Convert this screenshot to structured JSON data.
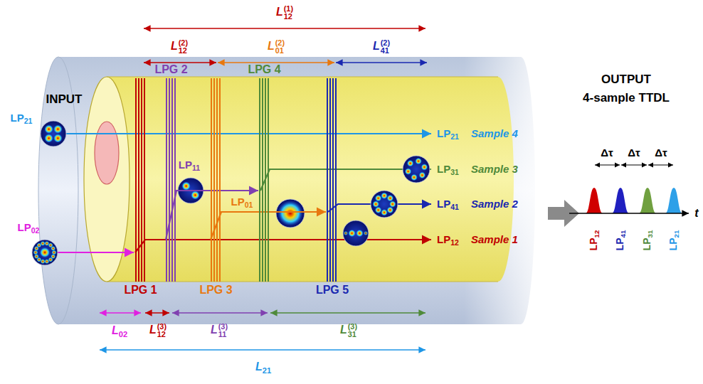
{
  "diagram": {
    "nodes": [
      {
        "text": [
          "LPG 1"
        ]
      },
      {
        "text": [
          "LPG 2"
        ]
      },
      {
        "text": [
          "LPG 3"
        ]
      },
      {
        "text": [
          "LPG 4"
        ]
      },
      {
        "text": [
          "LPG 5"
        ]
      }
    ],
    "edges": [
      {
        "from": 1,
        "to": 3,
        "arrow": "to"
      },
      {
        "from": 2,
        "to": 4,
        "arrow": "to"
      }
    ],
    "labels": [
      "INPUT",
      "LP21",
      "LP02",
      "LP11",
      "LP01",
      "LP21",
      "Sample 4",
      "LP31",
      "Sample 3",
      "LP41",
      "Sample 2",
      "LP12",
      "Sample 1",
      "OUTPUT",
      "4-sample TTDL",
      "Δτ",
      "Δτ",
      "Δτ",
      "LP12",
      "LP41",
      "LP31",
      "LP21",
      "t",
      "L12(1)",
      "L12(2)",
      "L01(2)",
      "L41(2)",
      "L02",
      "L12(3)",
      "L11(3)",
      "L31(3)",
      "L21"
    ]
  }
}
